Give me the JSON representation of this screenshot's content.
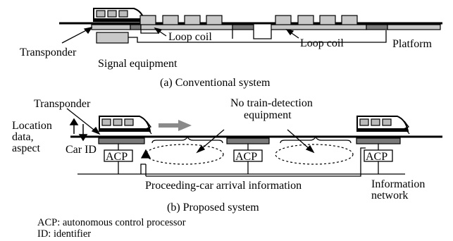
{
  "conventional": {
    "caption": "(a) Conventional system",
    "labels": {
      "transponder": "Transponder",
      "signal_equipment": "Signal equipment",
      "loop_coil_1": "Loop coil",
      "loop_coil_2": "Loop coil",
      "platform": "Platform"
    }
  },
  "proposed": {
    "caption": "(b) Proposed system",
    "labels": {
      "transponder": "Transponder",
      "no_detection_line1": "No train-detection",
      "no_detection_line2": "equipment",
      "location_line1": "Location",
      "location_line2": "data,",
      "location_line3": "aspect",
      "car_id": "Car ID",
      "acp_1": "ACP",
      "acp_2": "ACP",
      "acp_3": "ACP",
      "arrival_info": "Proceeding-car arrival information",
      "info_line1": "Information",
      "info_line2": "network"
    }
  },
  "legend": {
    "acp": "ACP: autonomous control processor",
    "id": "ID: identifier"
  },
  "colors": {
    "ink": "#000000",
    "equipment_gray": "#c8c8c8",
    "transponder_gray": "#7a7a7a",
    "arrow_gray": "#8a8a8a"
  }
}
